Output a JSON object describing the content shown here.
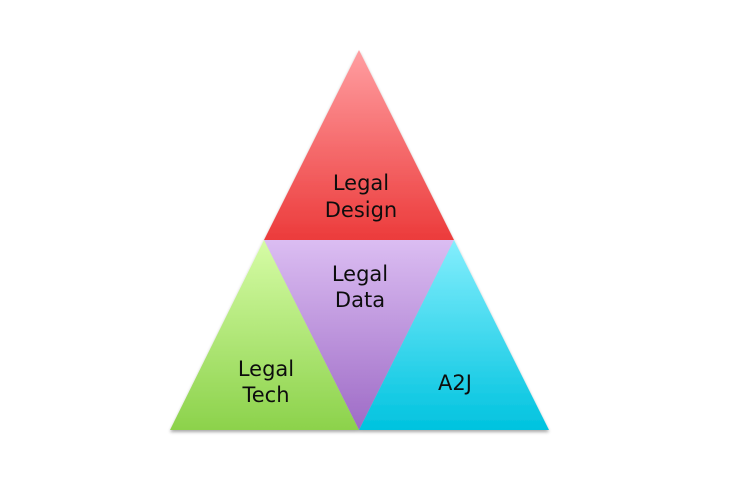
{
  "diagram": {
    "type": "triforce-pyramid",
    "segments": [
      {
        "id": "top",
        "lines": [
          "Legal",
          "Design"
        ],
        "color_top": "#FF9EA1",
        "color_bottom": "#EC3B3B"
      },
      {
        "id": "center",
        "lines": [
          "Legal",
          "Data"
        ],
        "color_top": "#DBBDF2",
        "color_bottom": "#9E6BC6"
      },
      {
        "id": "left",
        "lines": [
          "Legal",
          "Tech"
        ],
        "color_top": "#D6FCA6",
        "color_bottom": "#8CD24B"
      },
      {
        "id": "right",
        "lines": [
          "A2J"
        ],
        "color_top": "#84EEFD",
        "color_bottom": "#00C3DF"
      }
    ]
  }
}
